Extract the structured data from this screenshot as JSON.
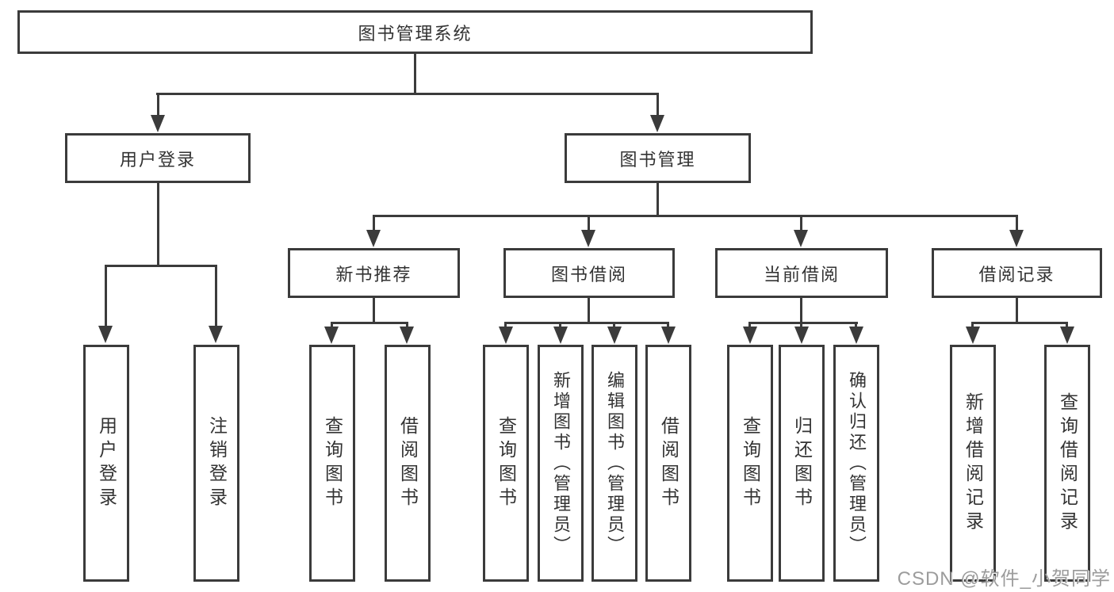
{
  "diagram": {
    "nodes": {
      "root": "图书管理系统",
      "user_login_branch": "用户登录",
      "book_mgmt": "图书管理",
      "login": "用户登录",
      "logout": "注销登录",
      "new_books": "新书推荐",
      "borrowing": "图书借阅",
      "current": "当前借阅",
      "records": "借阅记录",
      "nb_query": "查询图书",
      "nb_borrow": "借阅图书",
      "bb_query": "查询图书",
      "bb_add": "新增图书（管理员）",
      "bb_edit": "编辑图书（管理员）",
      "bb_borrow": "借阅图书",
      "cb_query": "查询图书",
      "cb_return": "归还图书",
      "cb_confirm": "确认归还（管理员）",
      "rec_add": "新增借阅记录",
      "rec_query": "查询借阅记录"
    },
    "watermark": "CSDN @软件_小贺同学",
    "colors": {
      "line": "#3b3b3b",
      "text": "#333333",
      "background": "#ffffff",
      "watermark": "#9c9c9c"
    }
  }
}
